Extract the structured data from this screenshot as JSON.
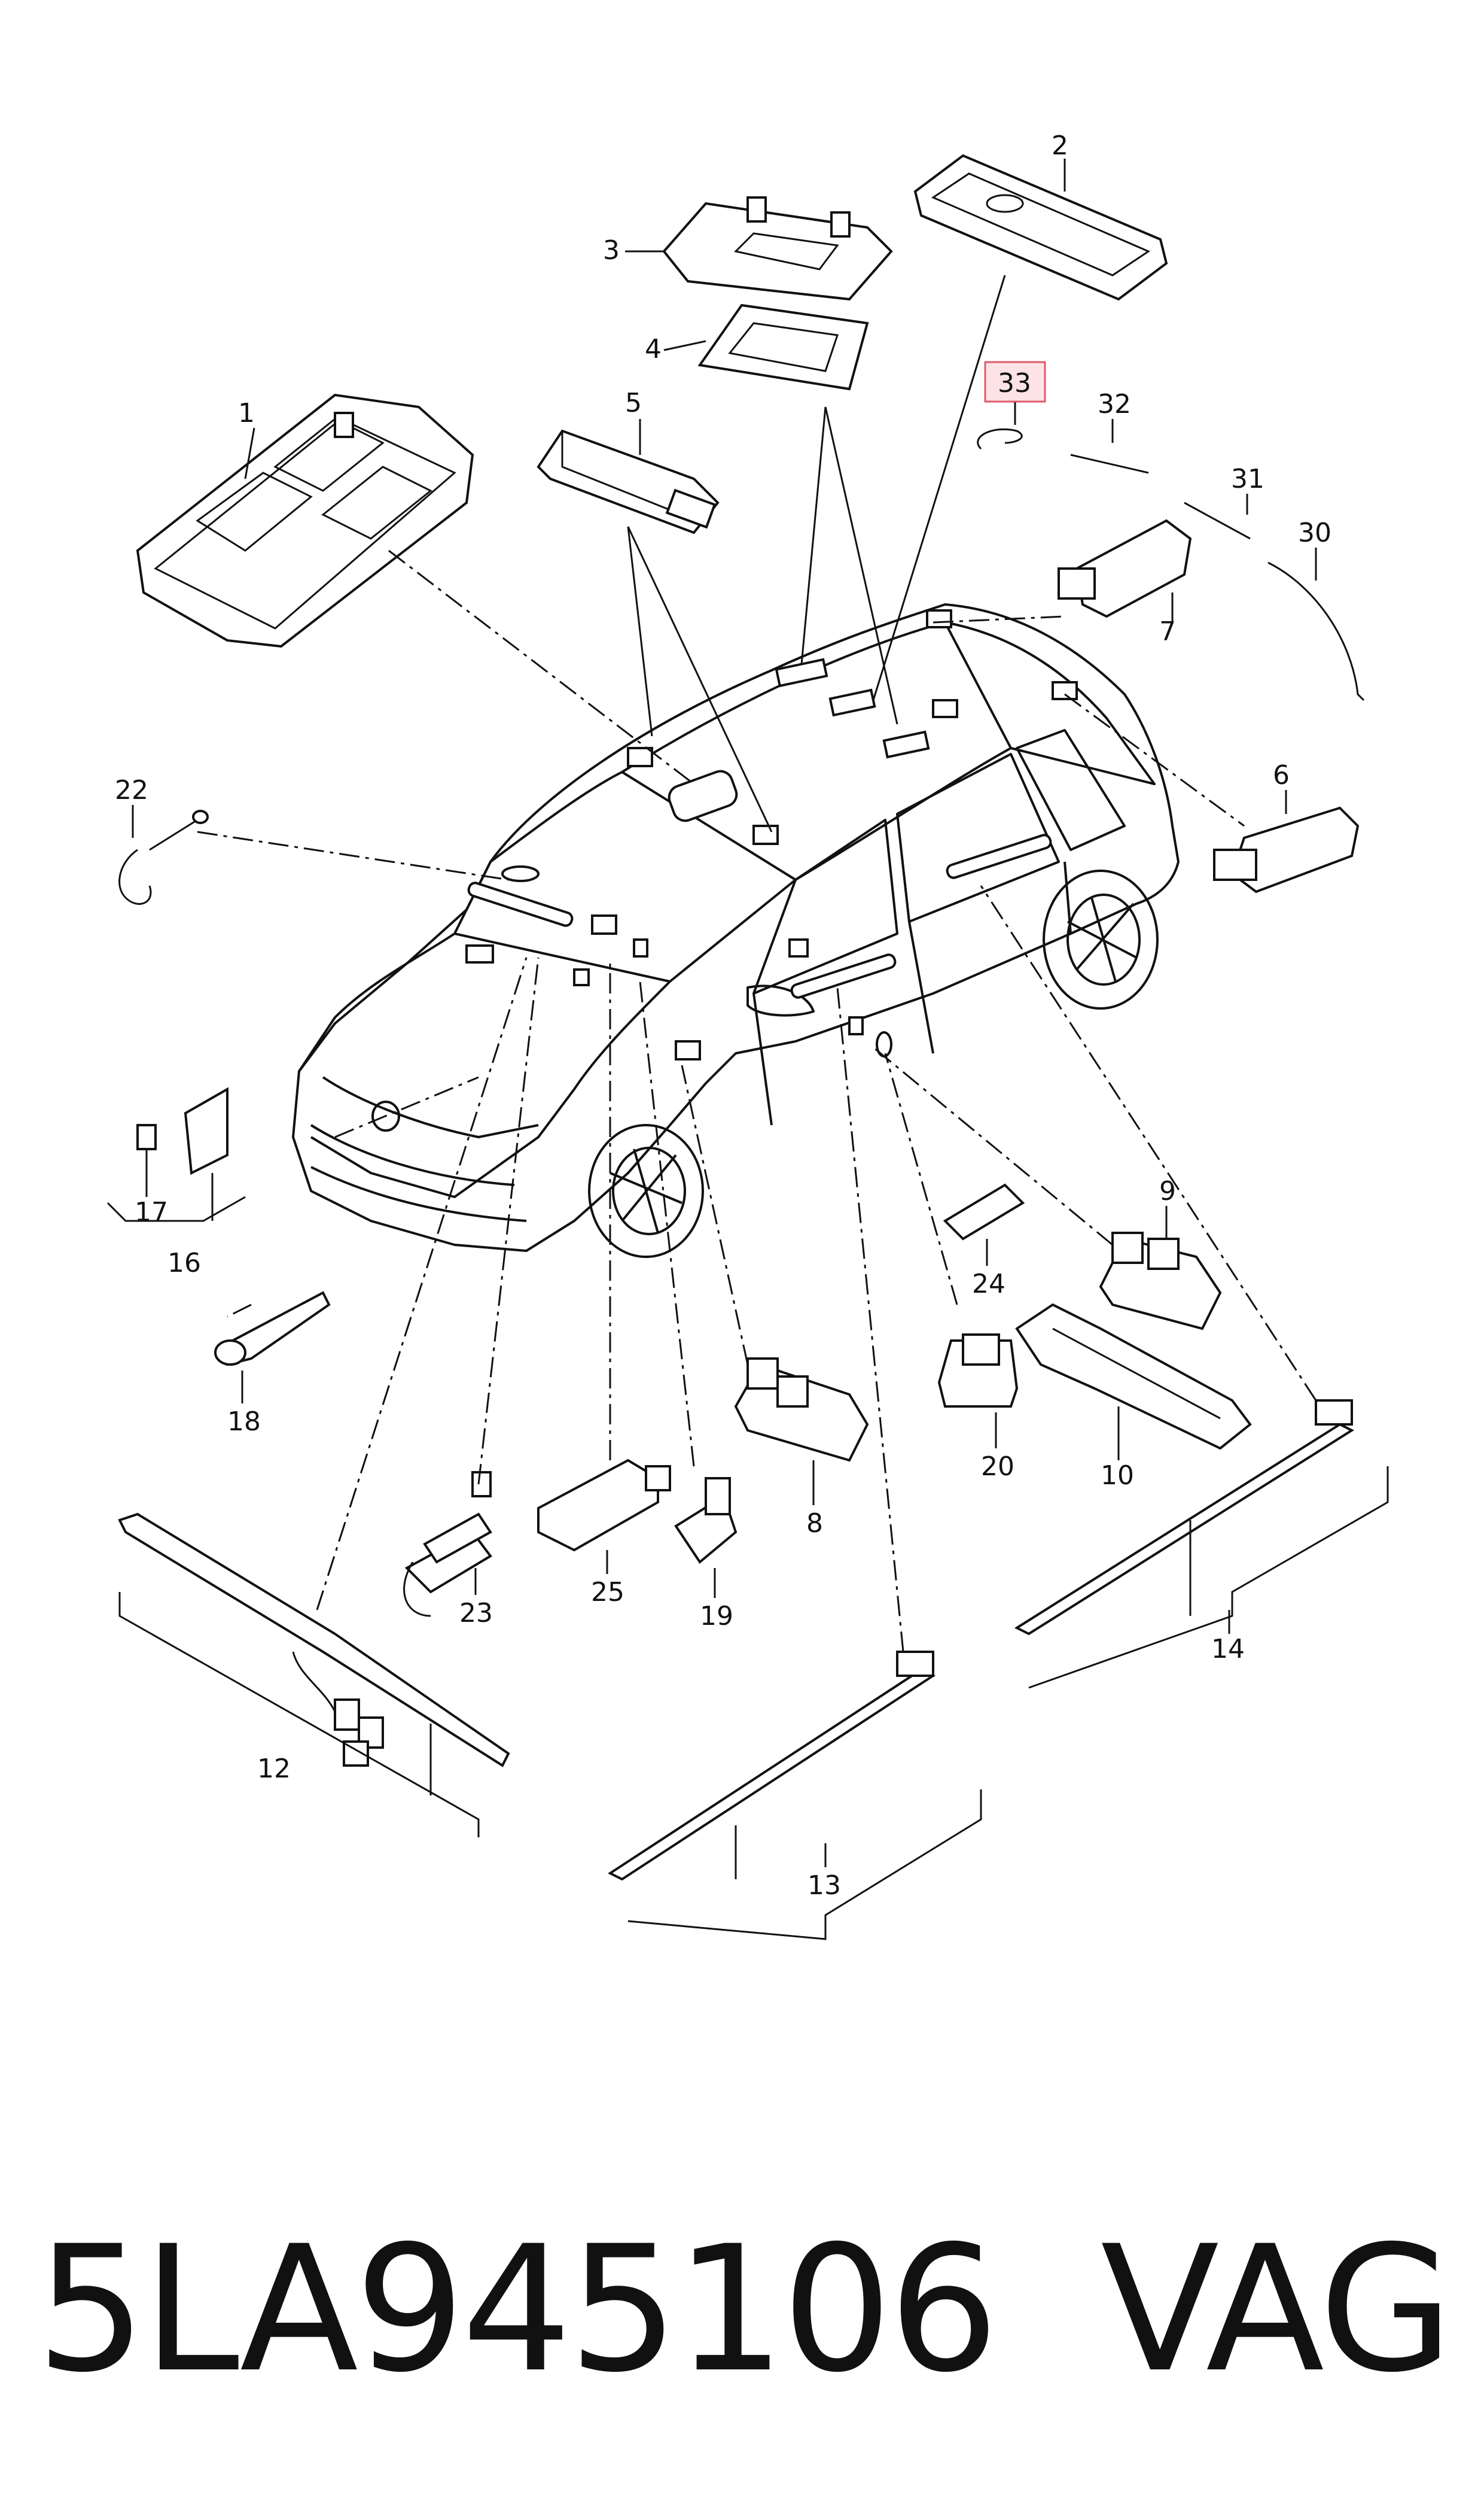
{
  "callouts": [
    {
      "id": "1",
      "label": "1"
    },
    {
      "id": "2",
      "label": "2"
    },
    {
      "id": "3",
      "label": "3"
    },
    {
      "id": "4",
      "label": "4"
    },
    {
      "id": "5",
      "label": "5"
    },
    {
      "id": "6",
      "label": "6"
    },
    {
      "id": "7",
      "label": "7"
    },
    {
      "id": "8",
      "label": "8"
    },
    {
      "id": "9",
      "label": "9"
    },
    {
      "id": "10",
      "label": "10"
    },
    {
      "id": "12",
      "label": "12"
    },
    {
      "id": "13",
      "label": "13"
    },
    {
      "id": "14",
      "label": "14"
    },
    {
      "id": "16",
      "label": "16"
    },
    {
      "id": "17",
      "label": "17"
    },
    {
      "id": "18",
      "label": "18"
    },
    {
      "id": "19",
      "label": "19"
    },
    {
      "id": "20",
      "label": "20"
    },
    {
      "id": "22",
      "label": "22"
    },
    {
      "id": "23",
      "label": "23"
    },
    {
      "id": "24",
      "label": "24"
    },
    {
      "id": "25",
      "label": "25"
    },
    {
      "id": "30",
      "label": "30"
    },
    {
      "id": "31",
      "label": "31"
    },
    {
      "id": "32",
      "label": "32"
    },
    {
      "id": "33",
      "label": "33"
    }
  ],
  "highlighted_callout": "33",
  "highlight_color": "#e05a6a",
  "footer": {
    "part_number": "5LA945106",
    "brand": "VAG"
  }
}
